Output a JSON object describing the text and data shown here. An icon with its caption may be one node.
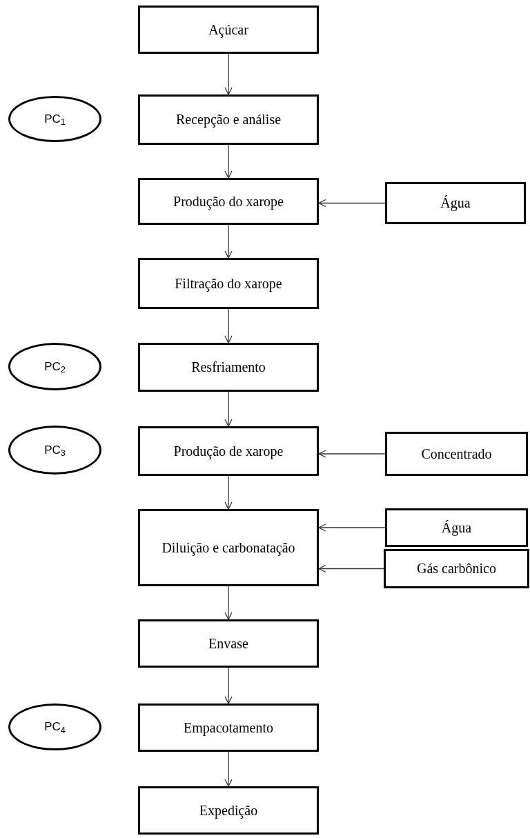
{
  "diagram": {
    "nodes": [
      {
        "text": [
          "Açúcar"
        ]
      },
      {
        "text": [
          "PC$_{1}$"
        ]
      },
      {
        "text": [
          "Recepção e análise"
        ]
      },
      {
        "text": [
          "Produção do xarope"
        ]
      },
      {
        "text": [
          "Água"
        ]
      },
      {
        "text": [
          "Filtração do xarope"
        ]
      },
      {
        "text": [
          "PC$_{2}$"
        ]
      },
      {
        "text": [
          "Resfriamento"
        ]
      },
      {
        "text": [
          "PC$_{3}$"
        ]
      },
      {
        "text": [
          "Produção de xarope"
        ]
      },
      {
        "text": [
          "Concentrado"
        ]
      },
      {
        "text": [
          "Diluição e carbonatação"
        ]
      },
      {
        "text": [
          "Água"
        ]
      },
      {
        "text": [
          "Gás carbônico"
        ]
      },
      {
        "text": [
          "Envase"
        ]
      },
      {
        "text": [
          "PC$_{4}$"
        ]
      },
      {
        "text": [
          "Empacotamento"
        ]
      },
      {
        "text": [
          "Expedição"
        ]
      }
    ],
    "edges": [
      {
        "from": 0,
        "to": 2,
        "arrow": "to"
      },
      {
        "from": 2,
        "to": 3,
        "arrow": "to"
      },
      {
        "from": 4,
        "to": 3,
        "arrow": "to"
      },
      {
        "from": 3,
        "to": 5,
        "arrow": "to"
      },
      {
        "from": 5,
        "to": 7,
        "arrow": "to"
      },
      {
        "from": 7,
        "to": 9,
        "arrow": "to"
      },
      {
        "from": 10,
        "to": 9,
        "arrow": "to"
      },
      {
        "from": 9,
        "to": 11,
        "arrow": "to"
      },
      {
        "from": 12,
        "to": 11,
        "arrow": "to"
      },
      {
        "from": 13,
        "to": 11,
        "arrow": "to"
      },
      {
        "from": 11,
        "to": 14,
        "arrow": "to"
      },
      {
        "from": 14,
        "to": 16,
        "arrow": "to"
      },
      {
        "from": 16,
        "to": 17,
        "arrow": "to"
      }
    ]
  }
}
